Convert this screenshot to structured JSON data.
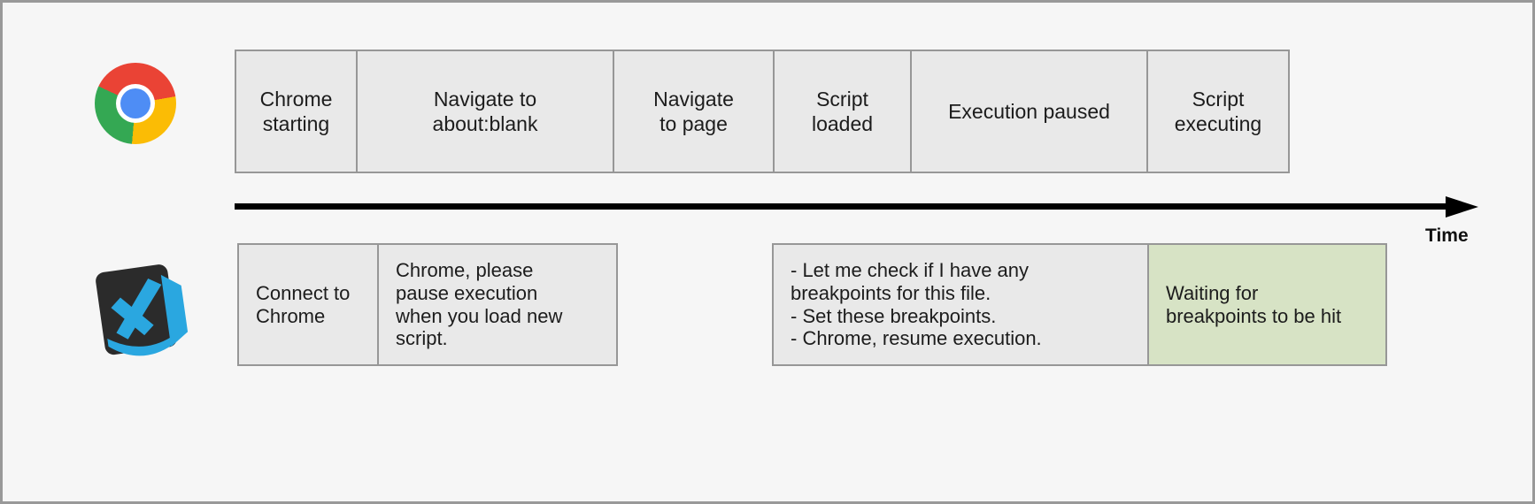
{
  "timeline": {
    "time_label": "Time"
  },
  "lanes": [
    {
      "icon": "chrome-icon",
      "events": [
        "Chrome\nstarting",
        "Navigate to\nabout:blank",
        "Navigate\nto page",
        "Script\nloaded",
        "Execution paused",
        "Script\nexecuting"
      ]
    },
    {
      "icon": "vscode-icon",
      "events": [
        "Connect to\nChrome",
        "Chrome, please\npause execution\nwhen you load new\nscript.",
        "- Let me check if I have any\nbreakpoints for this file.\n- Set these breakpoints.\n- Chrome, resume execution.",
        "Waiting for\nbreakpoints to be hit"
      ],
      "highlighted_event_index": 3
    }
  ],
  "colors": {
    "background": "#f6f6f6",
    "frame_border": "#999999",
    "box_fill": "#e9e9e9",
    "box_border": "#979797",
    "highlight_fill": "#d7e3c5",
    "arrow": "#000000",
    "text": "#1c1c1c",
    "chrome_red": "#ea4335",
    "chrome_yellow": "#fbbc05",
    "chrome_green": "#34a853",
    "chrome_blue": "#4e8df5",
    "vscode_blue": "#2aa7e0",
    "vscode_dark": "#2b2b2b"
  }
}
